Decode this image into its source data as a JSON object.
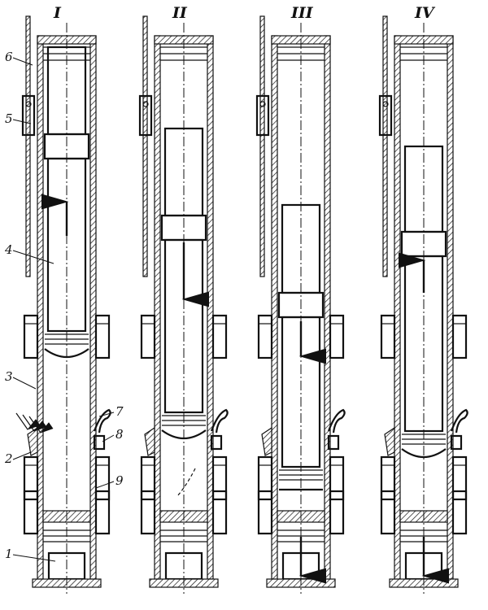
{
  "stages": [
    {
      "id": "I",
      "label": "I"
    },
    {
      "id": "II",
      "label": "II"
    },
    {
      "id": "III",
      "label": "III"
    },
    {
      "id": "IV",
      "label": "IV"
    }
  ],
  "callouts": [
    {
      "id": "c6",
      "label": "6"
    },
    {
      "id": "c5",
      "label": "5"
    },
    {
      "id": "c4",
      "label": "4"
    },
    {
      "id": "c3",
      "label": "3"
    },
    {
      "id": "c2",
      "label": "2"
    },
    {
      "id": "c1",
      "label": "1"
    },
    {
      "id": "c7",
      "label": "7"
    },
    {
      "id": "c8",
      "label": "8"
    },
    {
      "id": "c9",
      "label": "9"
    }
  ],
  "colors": {
    "ink": "#111111",
    "paper": "#ffffff"
  }
}
